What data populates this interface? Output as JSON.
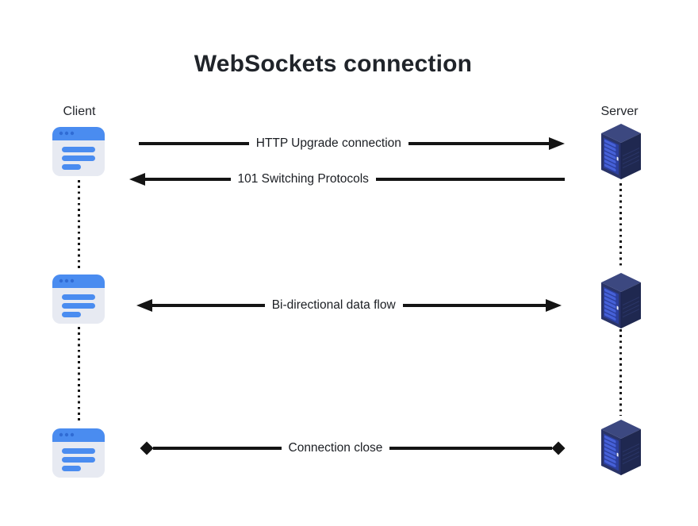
{
  "title": "WebSockets connection",
  "client": {
    "label": "Client",
    "icon": "browser-window-icon"
  },
  "server": {
    "label": "Server",
    "icon": "server-tower-icon"
  },
  "messages": [
    {
      "label": "HTTP Upgrade connection",
      "arrow_ends": {
        "left": "none",
        "right": "arrow"
      },
      "direction": "client-to-server"
    },
    {
      "label": "101 Switching Protocols",
      "arrow_ends": {
        "left": "arrow",
        "right": "none"
      },
      "direction": "server-to-client"
    },
    {
      "label": "Bi-directional data flow",
      "arrow_ends": {
        "left": "arrow",
        "right": "arrow"
      },
      "direction": "both"
    },
    {
      "label": "Connection close",
      "arrow_ends": {
        "left": "diamond",
        "right": "diamond"
      },
      "direction": "both"
    }
  ],
  "colors": {
    "background": "#ffffff",
    "title_text": "#20242a",
    "label_text": "#23262b",
    "arrow_black": "#141414",
    "browser_header_blue": "#4a8cf0",
    "browser_dot_blue": "#2f6bd4",
    "browser_body_gray": "#e7eaf2",
    "browser_line_blue": "#4a8cf0",
    "server_top_navy": "#3c4880",
    "server_left_navy": "#2a3468",
    "server_right_navy": "#1f2850",
    "server_panel_navy": "#2c3f9e",
    "server_slat_blue": "#4661d8"
  }
}
